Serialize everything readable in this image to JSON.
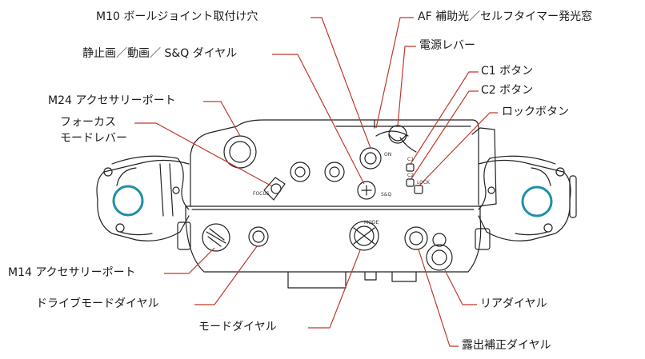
{
  "labels": {
    "m10_ball_joint": "M10 ボールジョイント取付け穴",
    "af_assist": "AF 補助光／セルフタイマー発光窓",
    "still_motion_dial": "静止画／動画／ S&Q ダイヤル",
    "power_lever": "電源レバー",
    "c1_button": "C1 ボタン",
    "c2_button": "C2 ボタン",
    "m24_port": "M24 アクセサリーポート",
    "lock_button": "ロックボタン",
    "focus_mode_lever_1": "フォーカス",
    "focus_mode_lever_2": "モードレバー",
    "m14_port": "M14 アクセサリーポート",
    "drive_mode_dial": "ドライブモードダイヤル",
    "rear_dial": "リアダイヤル",
    "mode_dial": "モードダイヤル",
    "exposure_comp_dial": "露出補正ダイヤル"
  },
  "body_marks": {
    "focus": "FOCUS",
    "mode": "MODE",
    "sq": "S&Q",
    "on": "ON",
    "lock": "LOCK",
    "c1": "C1",
    "c2": "C2"
  },
  "colors": {
    "leader_line": "#c0392b",
    "outline": "#222222",
    "accent_ring": "#1f8fa8"
  }
}
